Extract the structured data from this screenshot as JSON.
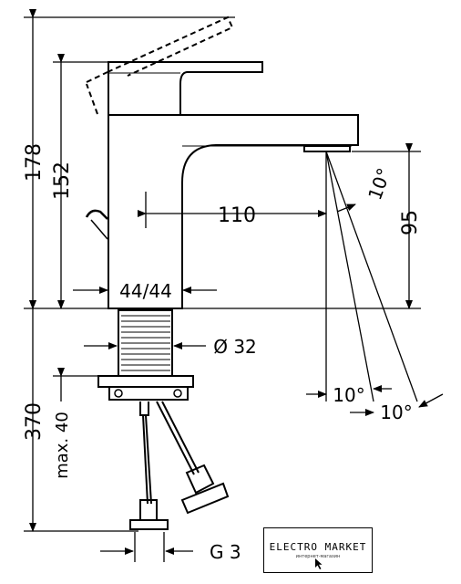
{
  "dimensions": {
    "total_height": "178",
    "lever_height": "152",
    "spout_reach": "110",
    "spout_height": "95",
    "spray_angle_top": "10°",
    "spray_angle_mid": "10°",
    "spray_angle_bottom": "10°",
    "base_width": "44/44",
    "thread_diameter": "Ø 32",
    "shank_length": "370",
    "max_deck": "max. 40",
    "thread_label": "G 3"
  },
  "watermark": {
    "title": "ELECTRO MARKET",
    "subtitle": "интернет-магазин"
  }
}
